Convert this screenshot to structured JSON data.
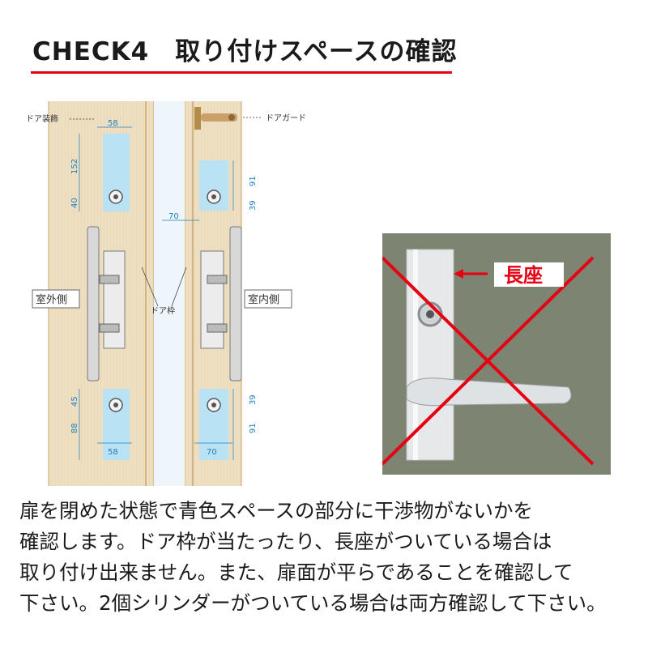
{
  "header": {
    "title": "CHECK4　取り付けスペースの確認"
  },
  "diagram": {
    "labels": {
      "door_deco": "ドア装飾",
      "door_guard": "ドアガード",
      "door_frame": "ドア枠",
      "outside": "室外側",
      "inside": "室内側"
    },
    "dims": {
      "left_top_width": "58",
      "left_top_height": "152",
      "left_top_lower": "40",
      "right_top_upper": "91",
      "right_top_lower": "39",
      "gap": "70",
      "left_bottom_upper": "45",
      "left_bottom_lower": "88",
      "left_bottom_width": "58",
      "right_bottom_upper": "39",
      "right_bottom_lower": "91",
      "right_bottom_width": "70"
    },
    "colors": {
      "space_blue": "#b9e2f5",
      "dim_blue": "#1b7fc0",
      "door": "#efdfc2",
      "frame_line": "#c9a56a"
    }
  },
  "photo": {
    "callout": "長座",
    "cross_color": "#e60012"
  },
  "body": {
    "lines": [
      "扉を閉めた状態で青色スペースの部分に干渉物がないかを",
      "確認します。ドア枠が当たったり、長座がついている場合は",
      "取り付け出来ません。また、扉面が平らであることを確認して",
      "下さい。2個シリンダーがついている場合は両方確認して下さい。"
    ]
  }
}
